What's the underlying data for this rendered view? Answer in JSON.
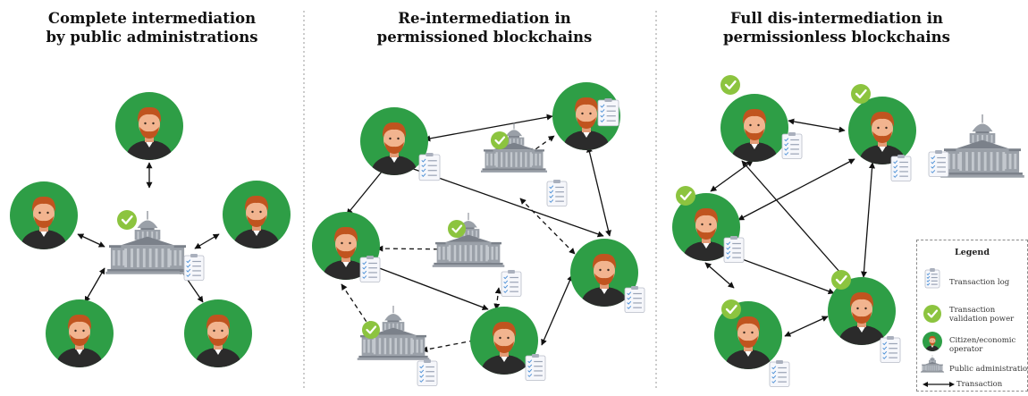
{
  "panels": [
    {
      "title_line1": "Complete intermediation",
      "title_line2": "by public administrations"
    },
    {
      "title_line1": "Re-intermediation in",
      "title_line2": "permissioned blockchains"
    },
    {
      "title_line1": "Full dis-intermediation in",
      "title_line2": "permissionless blockchains"
    }
  ],
  "legend": {
    "title": "Legend",
    "transaction_log": "Transaction log",
    "validation_line1": "Transaction",
    "validation_line2": "validation power",
    "citizen_line1": "Citizen/economic",
    "citizen_line2": "operator",
    "public_admin": "Public administration",
    "transaction": "Transaction"
  },
  "colors": {
    "citizen_circle": "#2e9e46",
    "check_badge": "#8cc43f",
    "hair": "#c0541f",
    "skin": "#f2b48f",
    "shirt": "#2b2b2b",
    "building": "#9aa0a8",
    "arrow": "#111111",
    "divider": "#9a9a9a"
  },
  "icons": [
    "citizen-icon",
    "government-building-icon",
    "transaction-log-icon",
    "validation-check-icon"
  ]
}
